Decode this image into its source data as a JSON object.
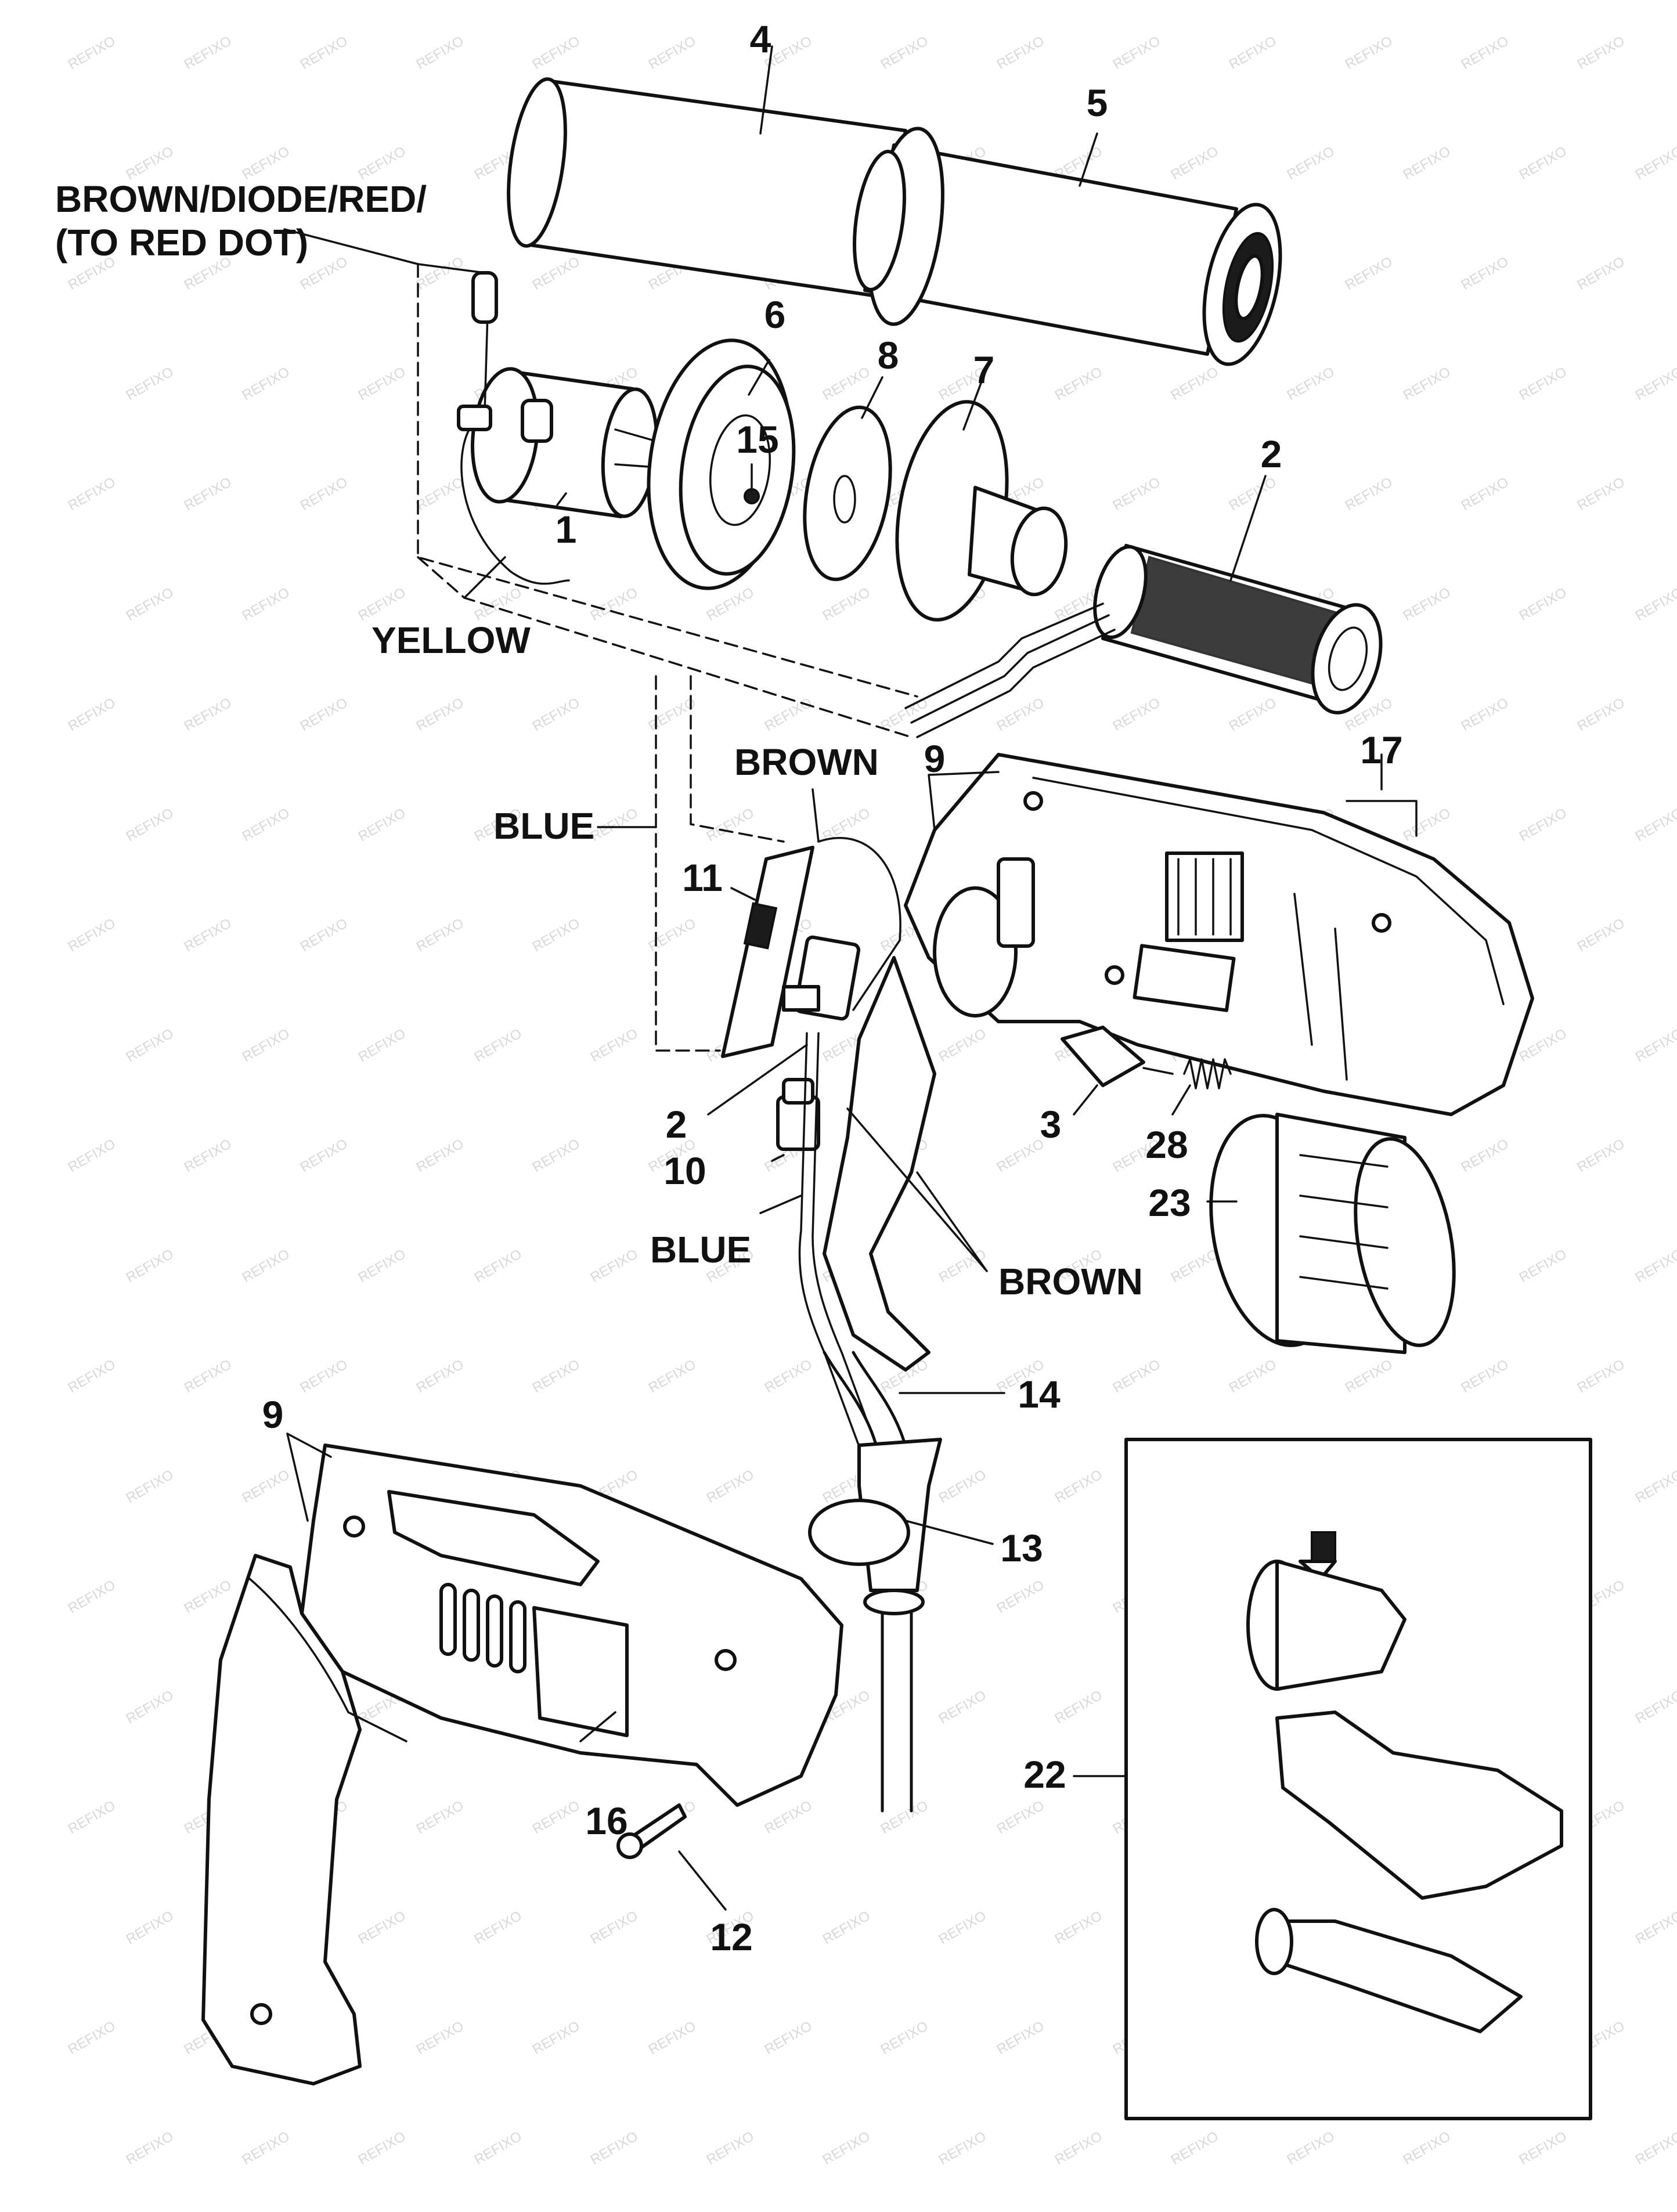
{
  "watermark": "REFIXO",
  "part_numbers": {
    "p1": "1",
    "p2a": "2",
    "p2b": "2",
    "p3": "3",
    "p4": "4",
    "p5": "5",
    "p6": "6",
    "p7": "7",
    "p8": "8",
    "p9a": "9",
    "p9b": "9",
    "p10": "10",
    "p11": "11",
    "p12": "12",
    "p13": "13",
    "p14": "14",
    "p15": "15",
    "p16": "16",
    "p17": "17",
    "p22": "22",
    "p23": "23",
    "p28": "28"
  },
  "wire_labels": {
    "brown_diode_red_line1": "BROWN/DIODE/RED/",
    "brown_diode_red_line2": "(TO RED DOT)",
    "yellow": "YELLOW",
    "blue_top": "BLUE",
    "brown_top": "BROWN",
    "blue_bottom": "BLUE",
    "brown_bottom": "BROWN"
  }
}
